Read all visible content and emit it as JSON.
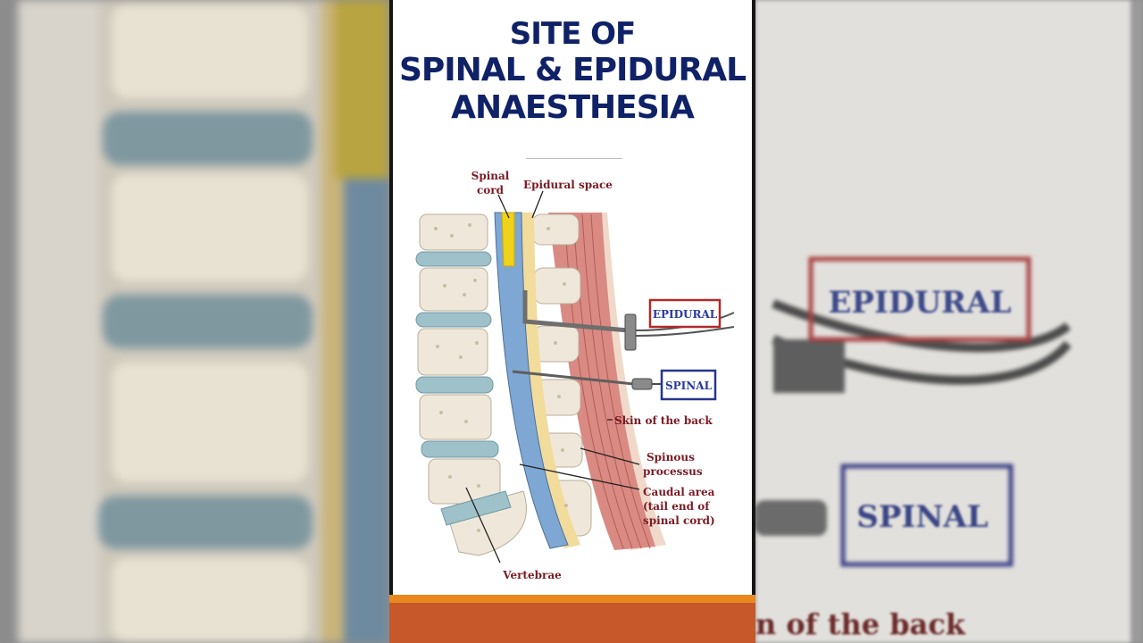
{
  "title": {
    "line1": "SITE OF",
    "line2": "SPINAL & EPIDURAL",
    "line3": "ANAESTHESIA"
  },
  "diagram": {
    "labels": {
      "spinal_cord_line1": "Spinal",
      "spinal_cord_line2": "cord",
      "epidural_space": "Epidural space",
      "epidural_box": "EPIDURAL",
      "spinal_box": "SPINAL",
      "skin_of_back": "Skin of the back",
      "spinous_line1": "Spinous",
      "spinous_line2": "processus",
      "caudal_line1": "Caudal area",
      "caudal_line2": "(tail end of",
      "caudal_line3": "spinal cord)",
      "vertebrae": "Vertebrae"
    }
  },
  "background": {
    "right_epidural": "EPIDURAL",
    "right_spinal": "SPINAL",
    "right_bottom_text": "n of the back"
  },
  "colors": {
    "title": "#0f2167",
    "label": "#7a1a24",
    "epidural_box_border": "#b02a2a",
    "spinal_box_border": "#27358c",
    "footer_orange": "#e8881e",
    "footer_rust": "#c6582a"
  }
}
